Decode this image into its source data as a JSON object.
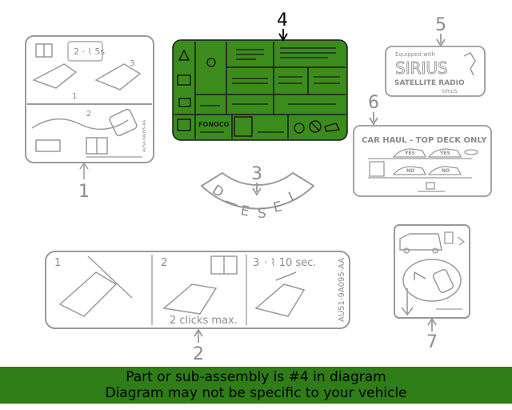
{
  "callouts": [
    {
      "id": "1",
      "text": "1"
    },
    {
      "id": "2",
      "text": "2"
    },
    {
      "id": "3",
      "text": "3"
    },
    {
      "id": "4",
      "text": "4"
    },
    {
      "id": "5",
      "text": "5"
    },
    {
      "id": "6",
      "text": "6"
    },
    {
      "id": "7",
      "text": "7"
    }
  ],
  "label1": {
    "timer": "2 · ⌇ 5s",
    "step1": "1",
    "step2": "2",
    "step3": "3",
    "code": "AU5A-9A095-AA"
  },
  "label2": {
    "step1": "1",
    "step2": "2",
    "step3": "3",
    "timer": "· ⌇ 10 sec.",
    "footer": "2 clicks max.",
    "code": "AU51-9A095-AA"
  },
  "label3": {
    "letters": [
      "D",
      "—",
      "E",
      "S",
      "E",
      "L"
    ]
  },
  "label4": {
    "brand": "FONOCO"
  },
  "label5": {
    "equipped": "Equipped with",
    "brand": "SIRIUS",
    "line1": "SATELLITE RADIO",
    "line2": "SIRIUS"
  },
  "label6": {
    "title": "CAR HAUL - TOP DECK ONLY",
    "yes1": "YES",
    "yes2": "YES",
    "no1": "NO",
    "no2": "NO"
  },
  "banner": {
    "line1": "Part or sub-assembly is #4 in diagram",
    "line2": "Diagram may not be specific to your vehicle"
  },
  "colors": {
    "highlight_fill": "#3b8c1c",
    "banner": "#2e7d16",
    "line_gray": "#9a9a9a"
  }
}
